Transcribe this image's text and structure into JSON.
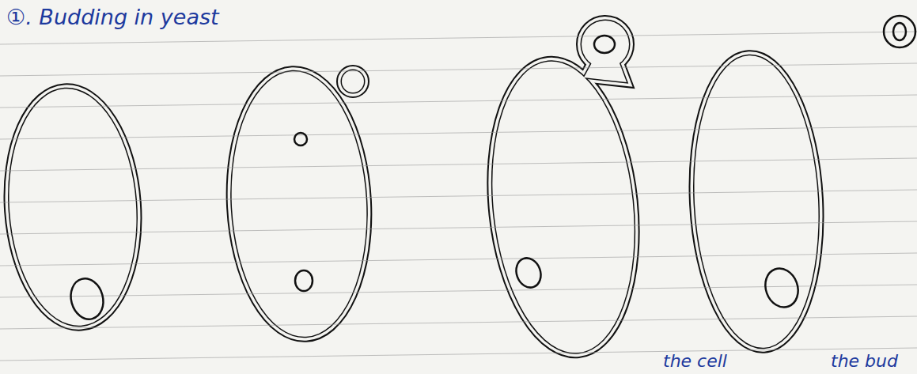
{
  "diagram": {
    "title": "①. Budding in yeast",
    "labels": [
      "the cell",
      "the bud"
    ]
  }
}
